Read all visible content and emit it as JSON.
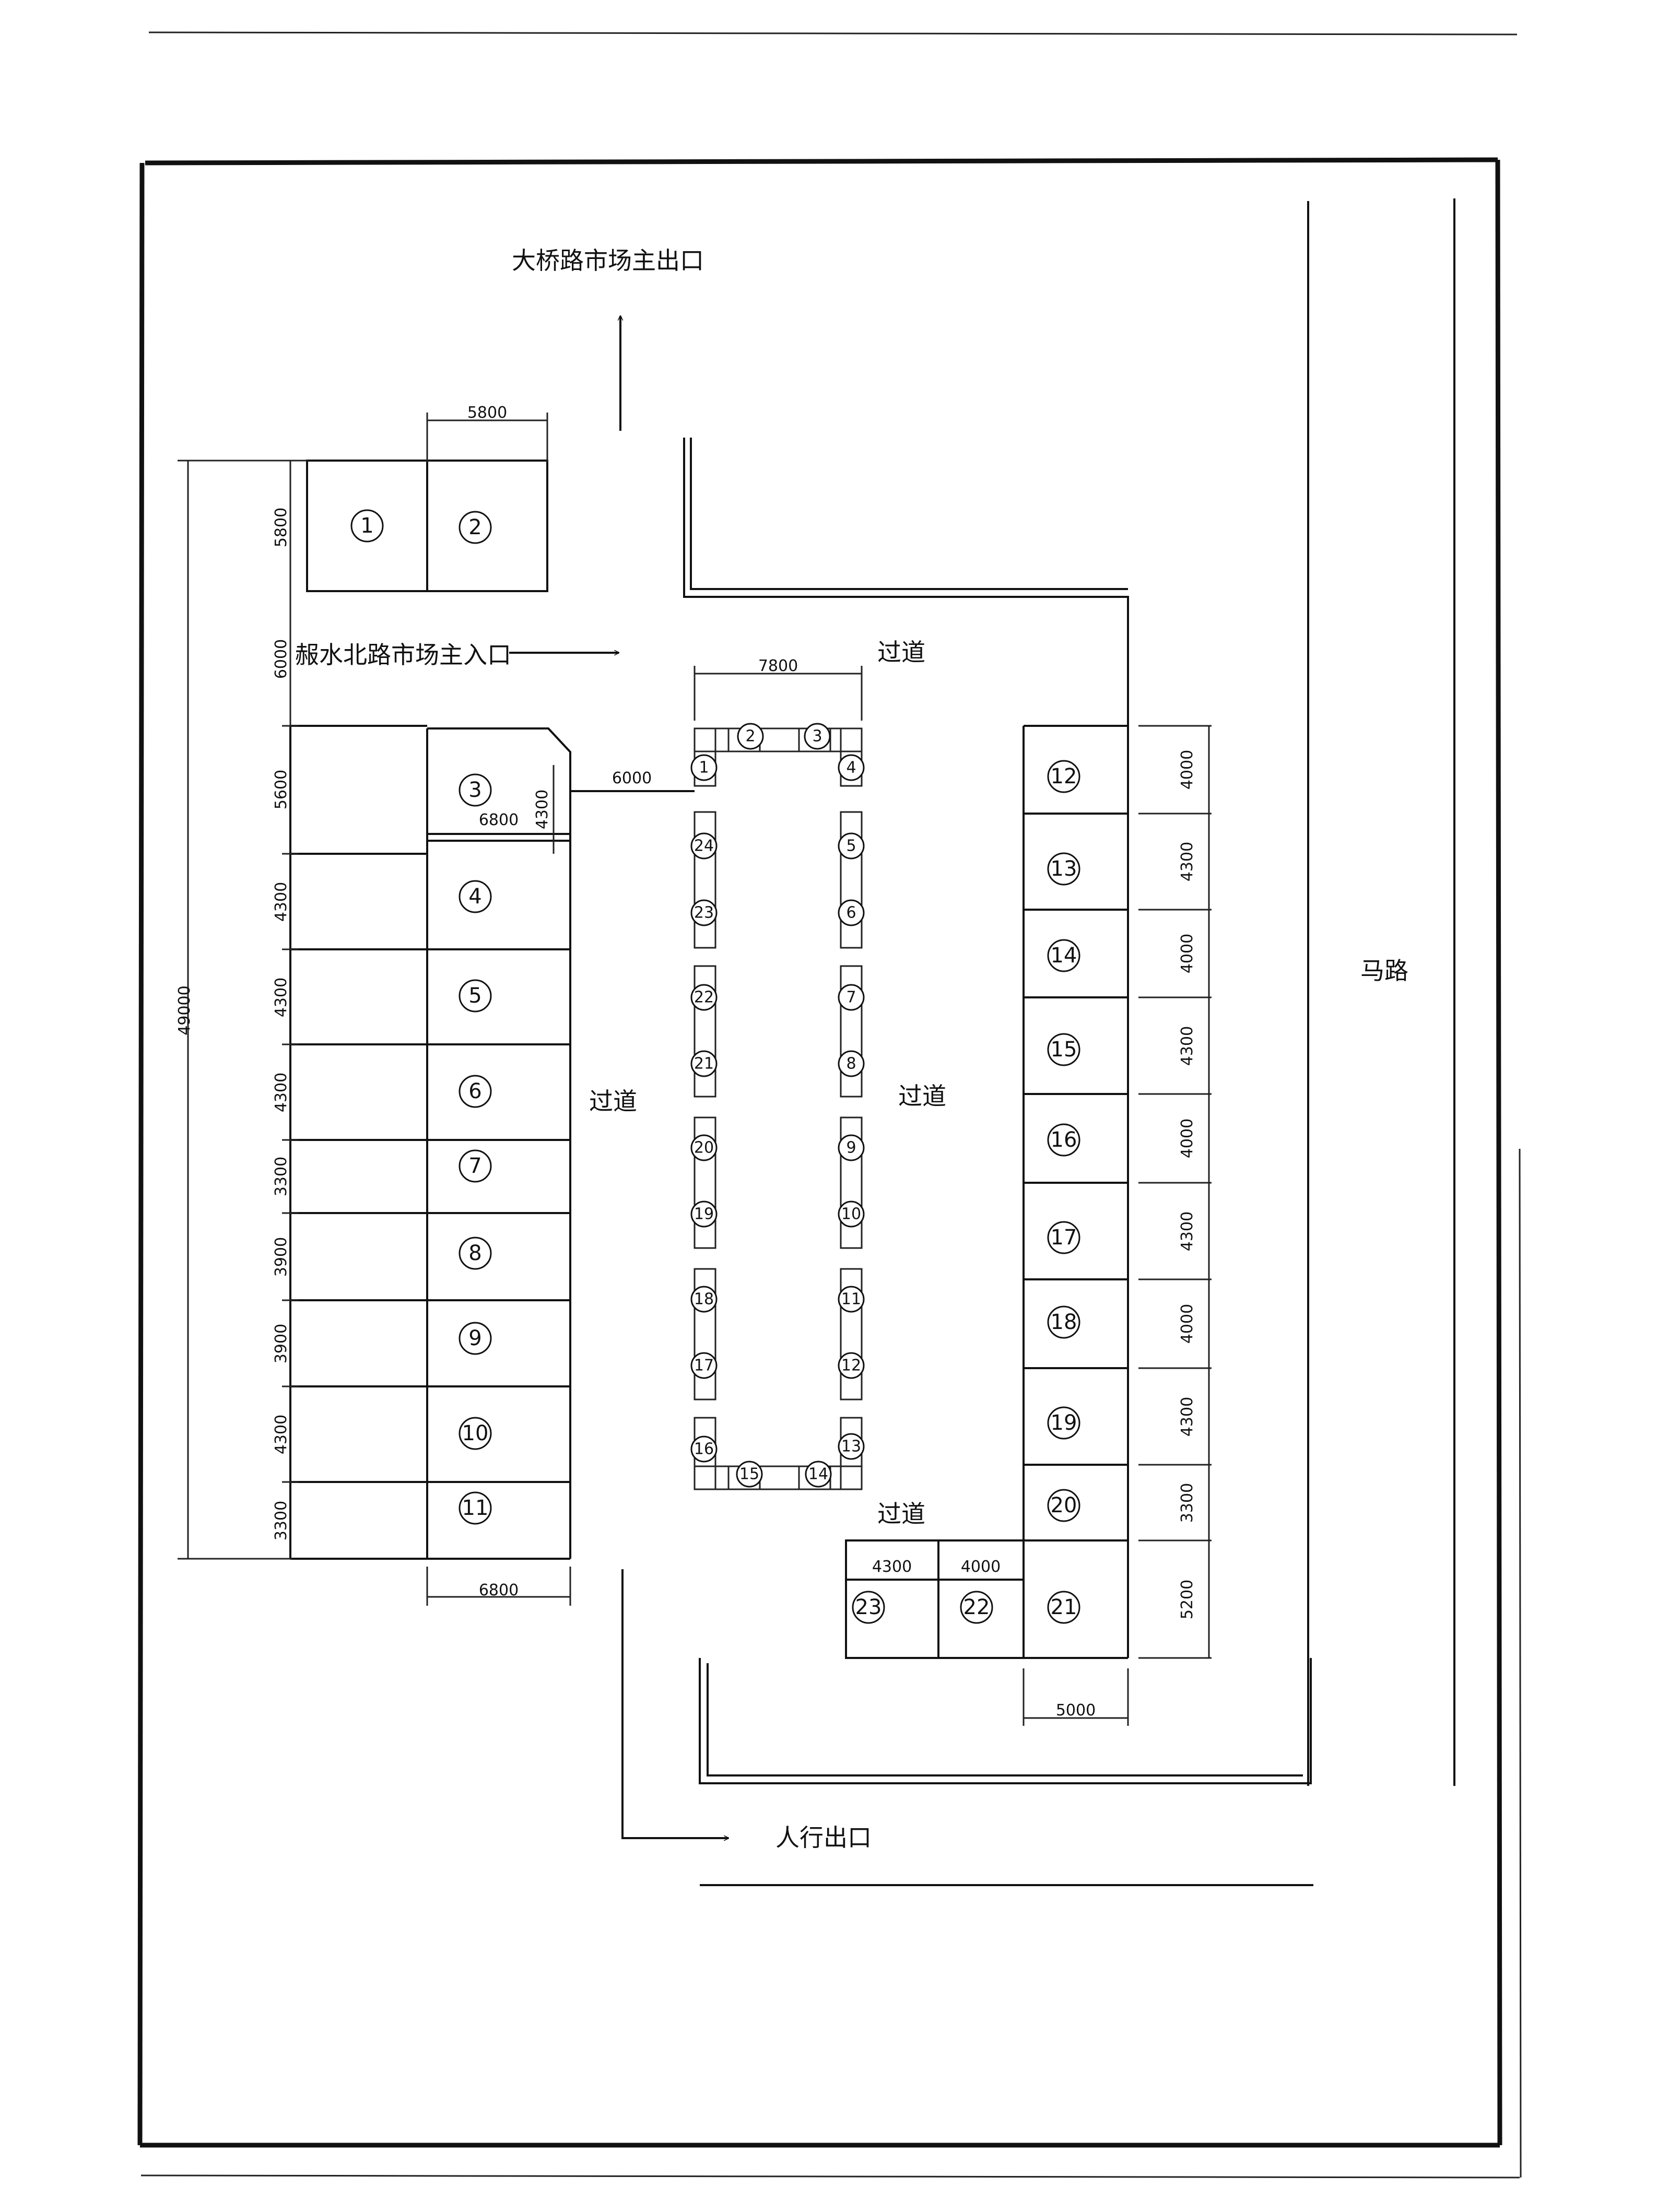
{
  "labels": {
    "main_exit": "大桥路市场主出口",
    "main_entrance": "赧水北路市场主入口",
    "pedestrian_exit": "人行出口",
    "road": "马路",
    "aisle": "过道"
  },
  "dimensions": {
    "total_height": "49000",
    "top_width": "5800",
    "left_width": "6800",
    "inner_width": "6800",
    "connector": "6000",
    "mid_height": "4300",
    "center_width": "7800",
    "bottom_width": "5000",
    "bottom_left_width": "4300",
    "bottom_mid_width": "4000"
  },
  "left_heights": [
    "5800",
    "6000",
    "5600",
    "4300",
    "4300",
    "4300",
    "3300",
    "3900",
    "3900",
    "4300",
    "3300"
  ],
  "right_heights": [
    "4000",
    "4300",
    "4000",
    "4300",
    "4000",
    "4300",
    "4000",
    "4300",
    "3300",
    "5200"
  ],
  "stalls_top": [
    "1",
    "2"
  ],
  "stalls_left": [
    "3",
    "4",
    "5",
    "6",
    "7",
    "8",
    "9",
    "10",
    "11"
  ],
  "stalls_right": [
    "12",
    "13",
    "14",
    "15",
    "16",
    "17",
    "18",
    "19",
    "20",
    "21"
  ],
  "stalls_bottom": [
    "23",
    "22"
  ],
  "center_stalls": {
    "top": [
      "2",
      "3"
    ],
    "left": [
      "1",
      "24",
      "23",
      "22",
      "21",
      "20",
      "19",
      "18",
      "17",
      "16"
    ],
    "right": [
      "4",
      "5",
      "6",
      "7",
      "8",
      "9",
      "10",
      "11",
      "12",
      "13"
    ],
    "bottom": [
      "15",
      "14"
    ]
  }
}
